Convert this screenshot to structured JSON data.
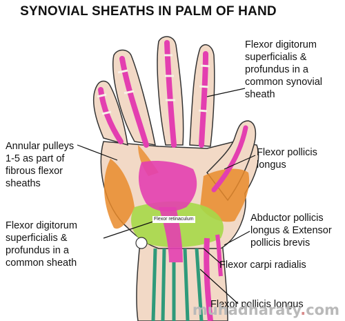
{
  "title": "SYNOVIAL SHEATHS IN PALM OF HAND",
  "labels": {
    "fds_fdp_fingers": "Flexor digitorum\nsuperficialis &\nprofundus in a\ncommon synovial\nsheath",
    "annular_pulleys": "Annular pulleys\n1-5 as part of\nfibrous flexor\nsheaths",
    "fpl_upper": "Flexor pollicis\nlongus",
    "fds_fdp_common": "Flexor digitorum\nsuperficialis &\nprofundus in a\ncommon sheath",
    "flexor_retinaculum": "Flexor\nretinaculum",
    "apl_epb": "Abductor pollicis\nlongus & Extensor\npollicis brevis",
    "fcr": "Flexor carpi radialis",
    "fpl_lower": "Flexor pollicis longus"
  },
  "watermark": {
    "before_dot": "muhadharaty",
    "dot": ".",
    "after_dot": "com"
  },
  "colors": {
    "sheath": "#e33fb0",
    "sheath_light": "#f08fd0",
    "muscle": "#e98b2c",
    "tendon": "#2f9a7a",
    "retinaculum_area": "#a6d848",
    "skin": "#f2d9c6",
    "outline": "#333333"
  }
}
